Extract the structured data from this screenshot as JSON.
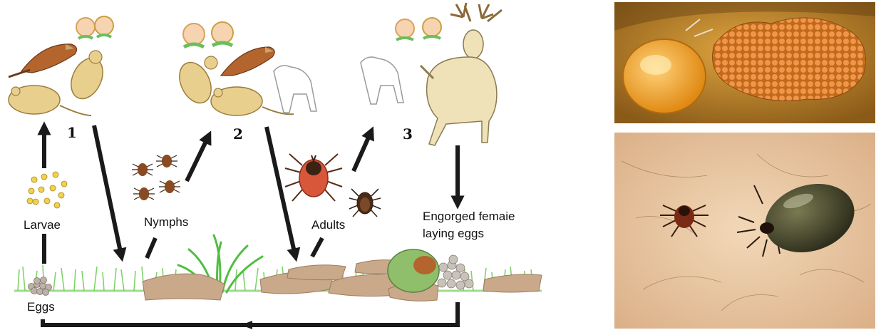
{
  "diagram": {
    "stages": [
      "1",
      "2",
      "3"
    ],
    "labels": {
      "larvae": "Larvae",
      "nymphs": "Nymphs",
      "adults": "Adults",
      "engorged_line1": "Engorged femaie",
      "engorged_line2": "laying eggs",
      "eggs": "Eggs"
    }
  },
  "colors": {
    "arrow": "#1a1a1a",
    "grass": "#7fd36a",
    "leaf": "#c9a98a",
    "tick_red": "#d8573b",
    "animal_tan": "#e9cf8e",
    "deer": "#efe2b8",
    "photo_top_bg": "#c98a2a",
    "photo_bottom_bg": "#e7c9a6"
  }
}
